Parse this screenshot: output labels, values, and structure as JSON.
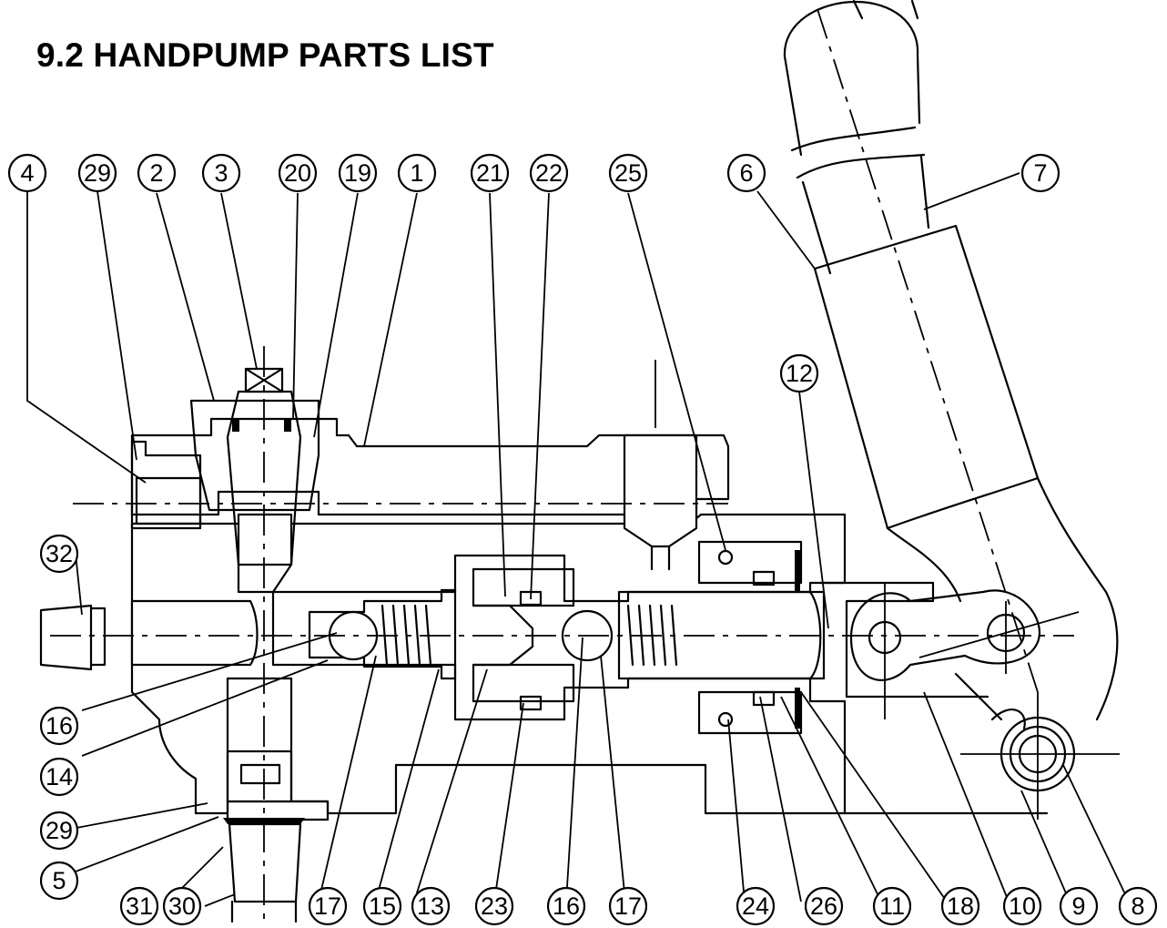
{
  "title": "9.2 HANDPUMP PARTS LIST",
  "callouts": {
    "top": [
      "4",
      "29",
      "2",
      "3",
      "20",
      "19",
      "1",
      "21",
      "22",
      "25",
      "6",
      "7",
      "12"
    ],
    "left": [
      "32",
      "16",
      "14",
      "29",
      "5"
    ],
    "bottom": [
      "31",
      "30",
      "17",
      "15",
      "13",
      "23",
      "16",
      "17",
      "24",
      "26",
      "11",
      "18",
      "10",
      "9",
      "8"
    ]
  }
}
